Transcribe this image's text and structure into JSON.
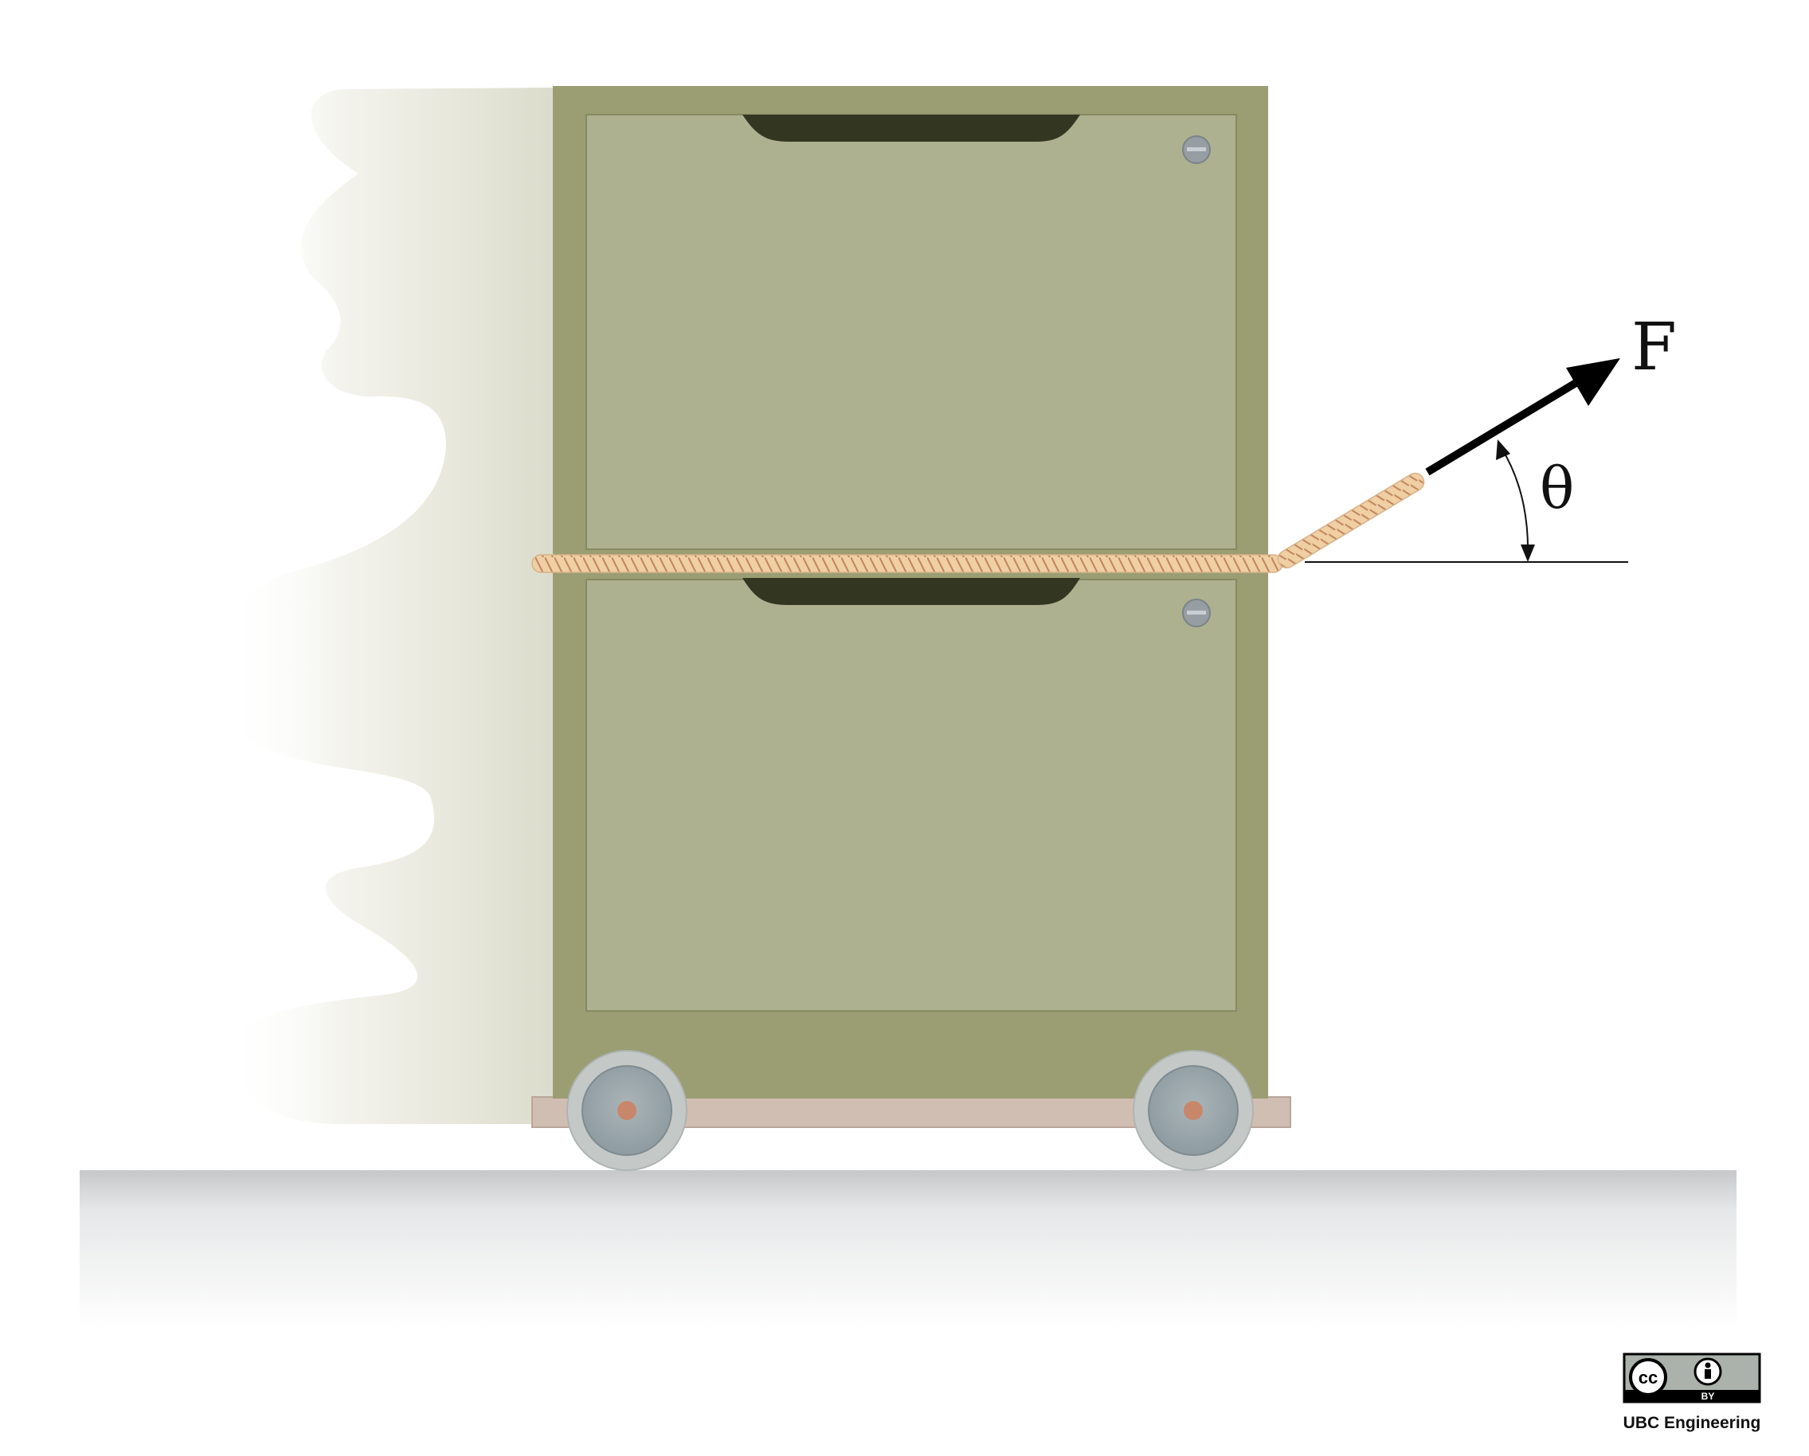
{
  "diagram": {
    "force_label": "F",
    "angle_label": "θ",
    "colors": {
      "cabinet_body": "#9a9e72",
      "drawer_face": "#aeb18f",
      "handle": "#333722",
      "rope": "#efcfa3",
      "rope_hatch": "#c0855e",
      "cart_base": "#d1beb2",
      "wheel_outer": "#c4c9c8",
      "wheel_inner": "#95a2a6",
      "wheel_hub": "#c8876a",
      "floor": "#c6c7c9",
      "arrow": "#000000"
    },
    "icons": [
      "lock-icon",
      "wheel-icon",
      "force-arrow-icon",
      "cc-by-license-icon"
    ]
  },
  "license": {
    "cc_text": "cc",
    "by_text": "BY",
    "credit": "UBC Engineering"
  }
}
